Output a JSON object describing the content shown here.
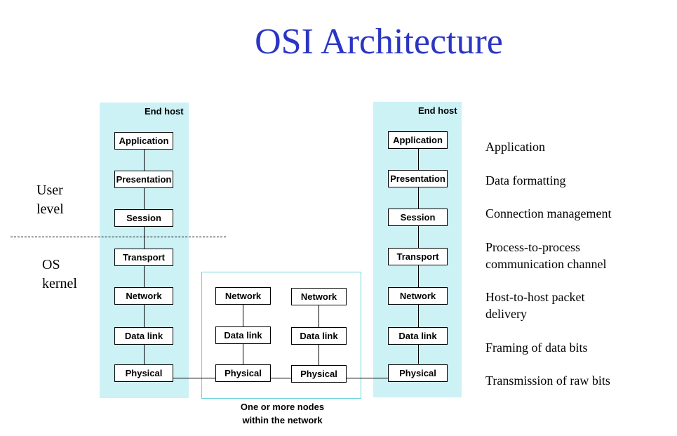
{
  "title": "OSI Architecture",
  "left_host": {
    "label": "End host",
    "layers": [
      "Application",
      "Presentation",
      "Session",
      "Transport",
      "Network",
      "Data link",
      "Physical"
    ]
  },
  "right_host": {
    "label": "End host",
    "layers": [
      "Application",
      "Presentation",
      "Session",
      "Transport",
      "Network",
      "Data link",
      "Physical"
    ]
  },
  "network_nodes": [
    {
      "layers": [
        "Network",
        "Data link",
        "Physical"
      ]
    },
    {
      "layers": [
        "Network",
        "Data link",
        "Physical"
      ]
    }
  ],
  "network_caption_line1": "One or more nodes",
  "network_caption_line2": "within the network",
  "user_level": {
    "line1": "User",
    "line2": "level"
  },
  "os_kernel": {
    "line1": "OS",
    "line2": "kernel"
  },
  "descriptions": [
    {
      "line1": "Application"
    },
    {
      "line1": "Data formatting"
    },
    {
      "line1": "Connection management"
    },
    {
      "line1": "Process-to-process",
      "line2": "communication channel"
    },
    {
      "line1": "Host-to-host packet",
      "line2": "delivery"
    },
    {
      "line1": "Framing of data bits"
    },
    {
      "line1": "Transmission of raw bits"
    }
  ]
}
